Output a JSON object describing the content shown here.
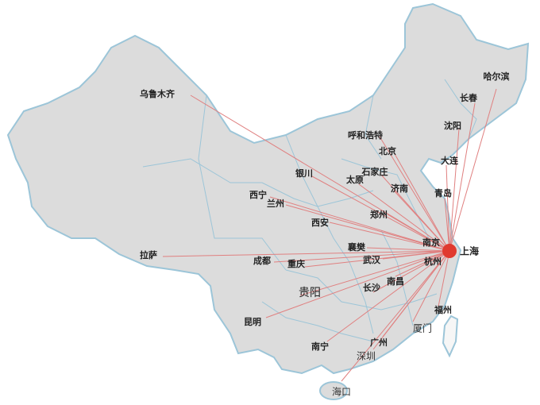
{
  "map": {
    "hub": {
      "name": "上海",
      "color": "#e03a2f"
    },
    "line_color": "#e08080",
    "land_color": "#dcdcdc",
    "border_color": "#9cc5d8",
    "cities": [
      {
        "name": "乌鲁木齐"
      },
      {
        "name": "哈尔滨"
      },
      {
        "name": "长春"
      },
      {
        "name": "沈阳"
      },
      {
        "name": "呼和浩特"
      },
      {
        "name": "北京"
      },
      {
        "name": "大连"
      },
      {
        "name": "石家庄"
      },
      {
        "name": "银川"
      },
      {
        "name": "太原"
      },
      {
        "name": "济南"
      },
      {
        "name": "西宁"
      },
      {
        "name": "兰州"
      },
      {
        "name": "青岛"
      },
      {
        "name": "郑州"
      },
      {
        "name": "西安"
      },
      {
        "name": "南京"
      },
      {
        "name": "襄樊"
      },
      {
        "name": "拉萨"
      },
      {
        "name": "成都"
      },
      {
        "name": "武汉"
      },
      {
        "name": "杭州"
      },
      {
        "name": "重庆"
      },
      {
        "name": "南昌"
      },
      {
        "name": "贵阳"
      },
      {
        "name": "长沙"
      },
      {
        "name": "福州"
      },
      {
        "name": "昆明"
      },
      {
        "name": "厦门"
      },
      {
        "name": "南宁"
      },
      {
        "name": "广州"
      },
      {
        "name": "深圳"
      },
      {
        "name": "海口"
      }
    ]
  }
}
